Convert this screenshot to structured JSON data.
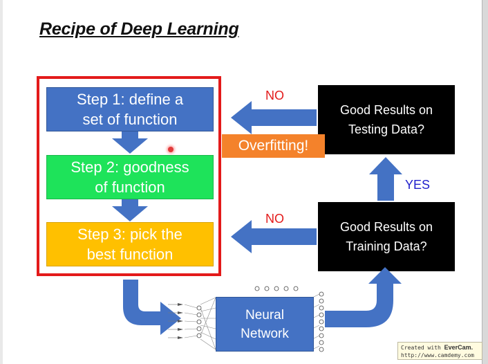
{
  "title": "Recipe of Deep Learning",
  "steps": [
    {
      "line1": "Step 1: define a",
      "line2": "set of function"
    },
    {
      "line1": "Step 2: goodness",
      "line2": "of function"
    },
    {
      "line1": "Step 3: pick the",
      "line2": "best function"
    }
  ],
  "testing_box": {
    "line1": "Good Results on",
    "line2": "Testing Data?"
  },
  "training_box": {
    "line1": "Good Results on",
    "line2": "Training Data?"
  },
  "labels": {
    "no_top": "NO",
    "no_bottom": "NO",
    "yes": "YES",
    "overfitting": "Overfitting!"
  },
  "neural_network": {
    "line1": "Neural",
    "line2": "Network"
  },
  "watermark": {
    "prefix": "Created with",
    "brand": "EverCam.",
    "url": "http://www.camdemy.com"
  },
  "colors": {
    "step1": "#4472c4",
    "step2": "#1ee35a",
    "step3": "#ffc000",
    "frame": "#e31a1a",
    "arrow": "#4472c4",
    "overfitting": "#f4822b"
  }
}
